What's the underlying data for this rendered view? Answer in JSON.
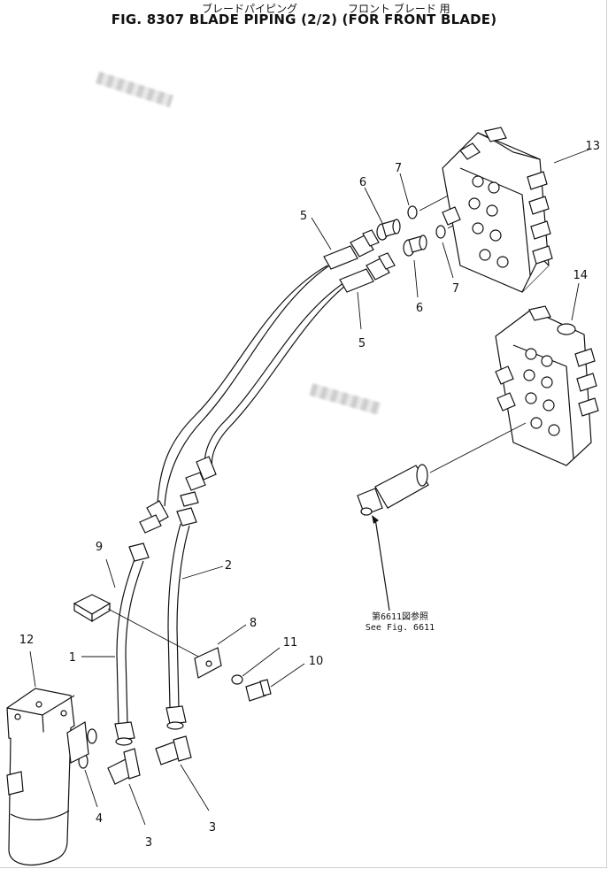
{
  "title": {
    "jp_left": "ブレードパイピング",
    "jp_right": "フロント ブレード 用",
    "main": "FIG. 8307  BLADE PIPING (2/2) (FOR FRONT BLADE)"
  },
  "callouts": {
    "1": "1",
    "2": "2",
    "3": "3",
    "4": "4",
    "5": "5",
    "6": "6",
    "7": "7",
    "8": "8",
    "9": "9",
    "10": "10",
    "11": "11",
    "12": "12",
    "13": "13",
    "14": "14"
  },
  "reference": {
    "jp": "第6611図参照",
    "en": "See Fig. 6611"
  }
}
